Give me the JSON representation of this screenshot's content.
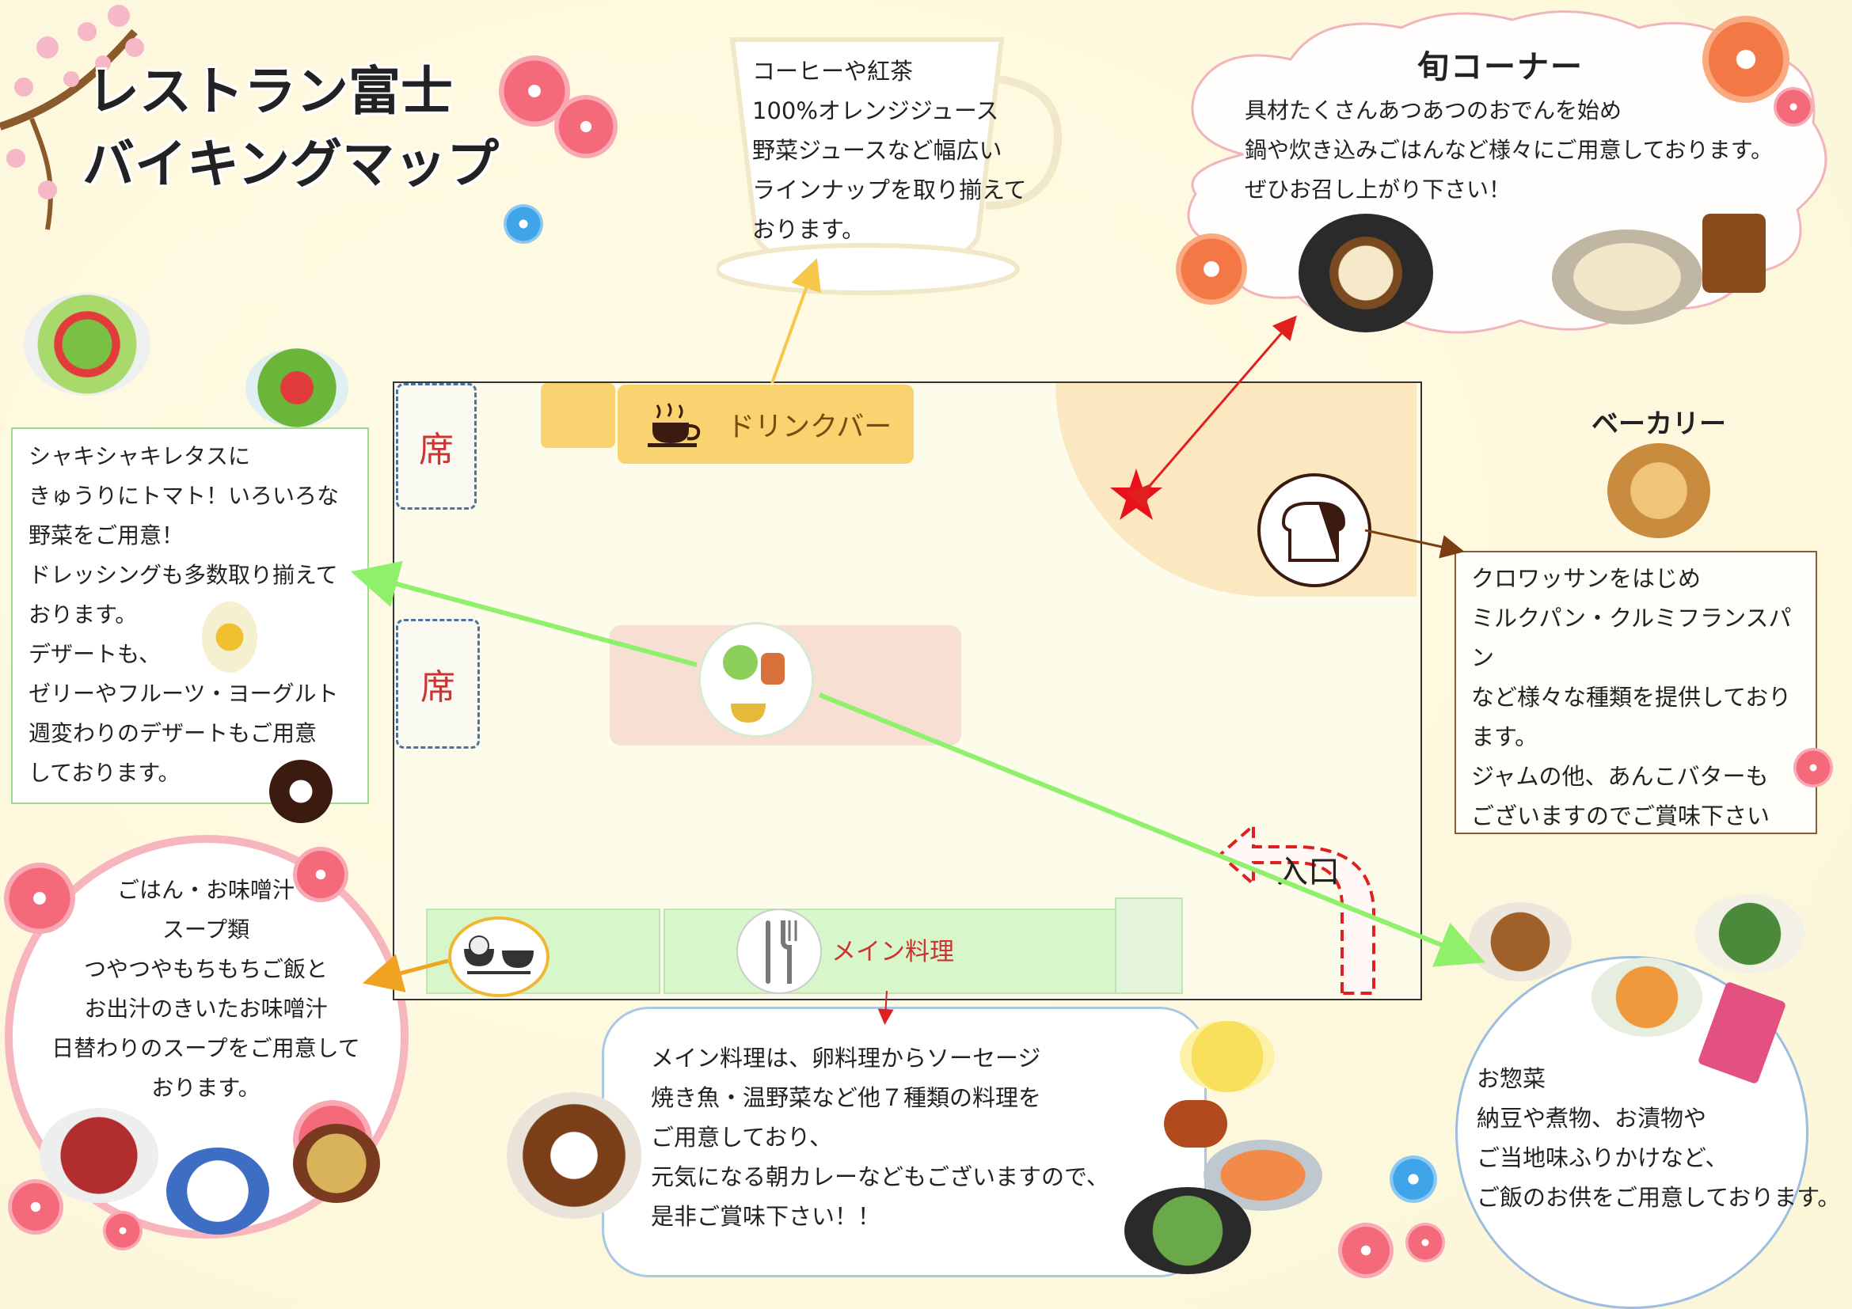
{
  "title": {
    "line1": "レストラン富士",
    "line2": "バイキングマップ"
  },
  "drink": {
    "description": "コーヒーや紅茶\n100%オレンジジュース\n野菜ジュースなど幅広い\nラインナップを取り揃えて\nおります。",
    "bar_label": "ドリンクバー"
  },
  "seasonal": {
    "heading": "旬コーナー",
    "description": "具材たくさんあつあつのおでんを始め\n鍋や炊き込みごはんなど様々にご用意しております。\nぜひお召し上がり下さい！"
  },
  "bakery": {
    "heading": "ベーカリー",
    "description": "クロワッサンをはじめ\nミルクパン・クルミフランスパン\nなど様々な種類を提供しており\nます。\nジャムの他、あんこバターも\nございますのでご賞味下さい"
  },
  "salad": {
    "description": "シャキシャキレタスに\nきゅうりにトマト！いろいろな\n野菜をご用意！\nドレッシングも多数取り揃えて\nおります。\nデザートも、\nゼリーやフルーツ・ヨーグルト\n週変わりのデザートもご用意\nしております。"
  },
  "rice_soup": {
    "description": "ごはん・お味噌汁\nスープ類\nつやつやもちもちご飯と\nお出汁のきいたお味噌汁\n日替わりのスープをご用意して\nおります。"
  },
  "main_dish": {
    "label": "メイン料理",
    "description": "メイン料理は、卵料理からソーセージ\n焼き魚・温野菜など他７種類の料理を\nご用意しており、\n元気になる朝カレーなどもございますので、\n是非ご賞味下さい！！"
  },
  "side_dish": {
    "description": "お惣菜\n納豆や煮物、お漬物や\nご当地味ふりかけなど、\nご飯のお供をご用意しております。"
  },
  "floor": {
    "seat_label": "席",
    "entrance_label": "入口"
  },
  "colors": {
    "seat_border": "#50729e",
    "drink_bar": "#f8d370",
    "salad_arrow": "#8ff06b",
    "seasonal_arrow": "#e0201e",
    "bakery_arrow": "#7a3e12",
    "rice_arrow": "#f0a320",
    "entrance": "#e02020"
  }
}
